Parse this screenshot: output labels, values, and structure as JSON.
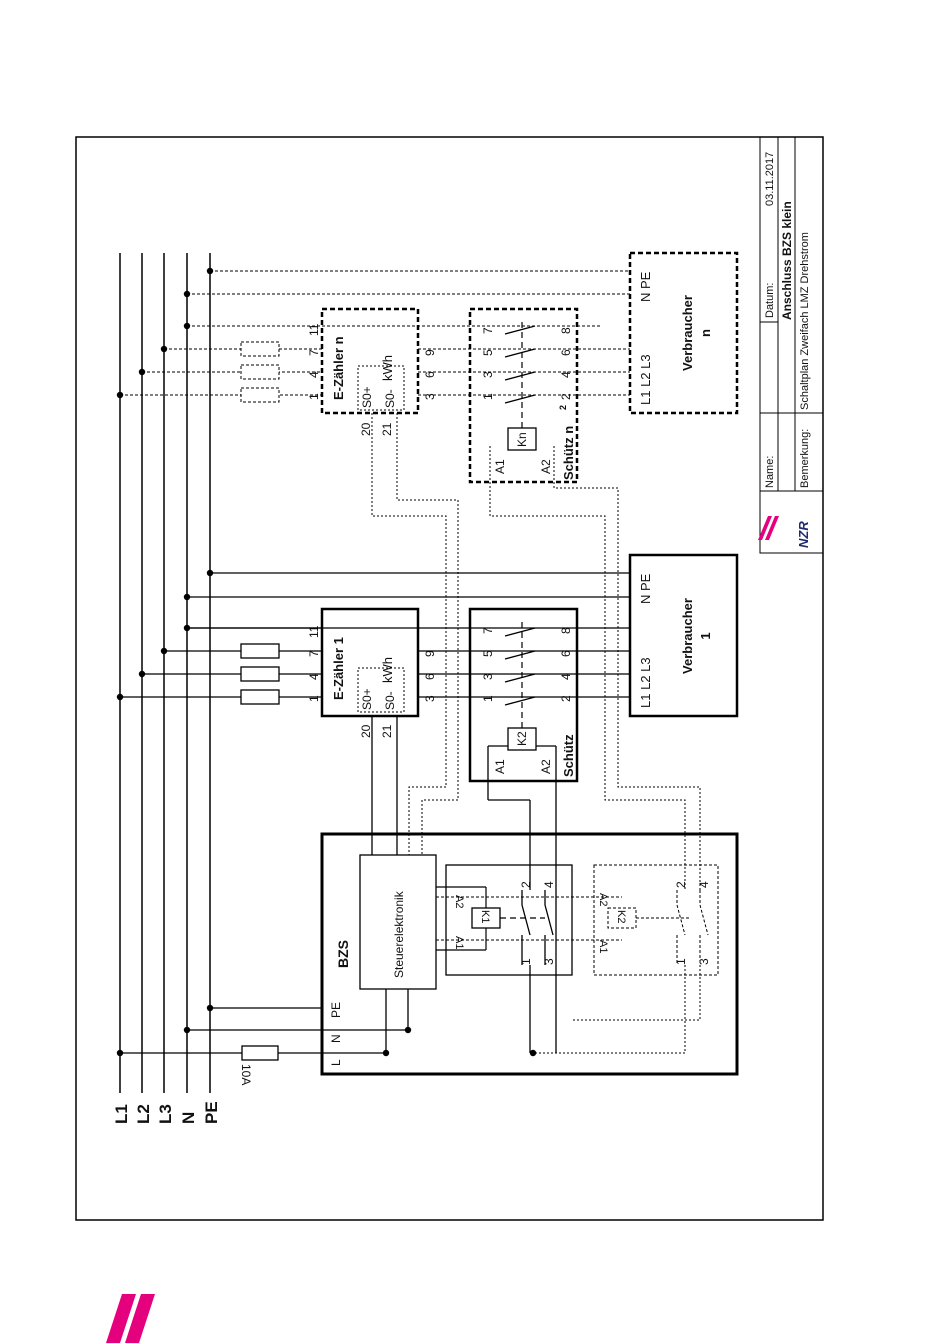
{
  "brand": {
    "accent": "#e5007e",
    "logo_text": "NZR"
  },
  "buses": [
    "L1",
    "L2",
    "L3",
    "N",
    "PE"
  ],
  "fuse_label": "10A",
  "bzs": {
    "title": "BZS",
    "terminals": [
      "L",
      "N",
      "PE"
    ],
    "controller": "Steuerelektronik",
    "relay1": {
      "coil": "K1",
      "a1": "A1",
      "a2": "A2",
      "t1": "1",
      "t2": "2",
      "t3": "3",
      "t4": "4"
    },
    "relay2": {
      "coil": "K2",
      "a1": "A1",
      "a2": "A2",
      "t1": "1",
      "t2": "2",
      "t3": "3",
      "t4": "4"
    }
  },
  "meter1": {
    "title": "E-Zähler 1",
    "unit": "kWh",
    "top": [
      "1",
      "4",
      "7",
      "11"
    ],
    "bottom": [
      "3",
      "6",
      "9"
    ],
    "s0p": "S0+",
    "s0m": "S0-",
    "n20": "20",
    "n21": "21"
  },
  "meter_n": {
    "title": "E-Zähler n",
    "unit": "kWh",
    "top": [
      "1",
      "4",
      "7",
      "11"
    ],
    "bottom": [
      "3",
      "6",
      "9"
    ],
    "s0p": "S0+",
    "s0m": "S0-",
    "n20": "20",
    "n21": "21"
  },
  "contactor1": {
    "title": "Schütz",
    "coil": "K2",
    "a1": "A1",
    "a2": "A2",
    "top": [
      "1",
      "3",
      "5",
      "7"
    ],
    "bottom": [
      "2",
      "4",
      "6",
      "8"
    ]
  },
  "contactor_n": {
    "title": "Schütz n",
    "coil": "Kn",
    "a1": "A1",
    "a2": "A2",
    "top": [
      "1",
      "3",
      "5",
      "7"
    ],
    "bottom": [
      "2",
      "4",
      "6",
      "8"
    ]
  },
  "load1": {
    "title": "Verbraucher",
    "index": "1",
    "terminals": "L1 L2 L3",
    "np": "N PE"
  },
  "load_n": {
    "title": "Verbraucher",
    "index": "n",
    "terminals": "L1 L2 L3",
    "np": "N PE"
  },
  "titleblock": {
    "name_label": "Name:",
    "date_label": "Datum:",
    "date": "03.11.2017",
    "title": "Anschluss BZS klein",
    "remark_label": "Bemerkung:",
    "remark": "Schaltplan Zweifach LMZ Drehstrom"
  }
}
